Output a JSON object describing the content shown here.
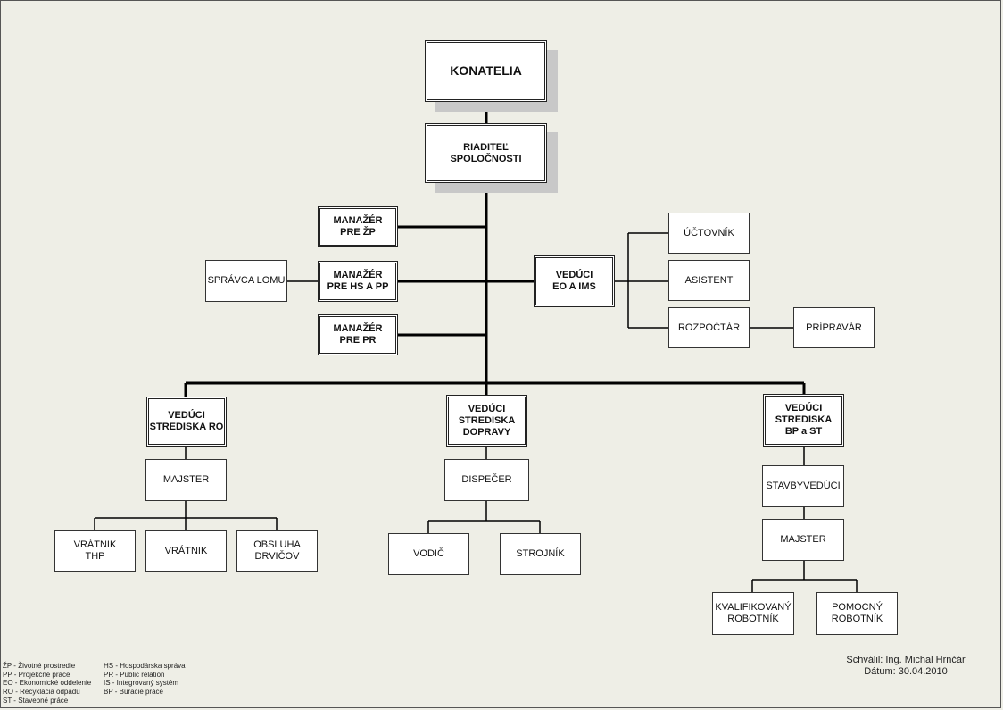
{
  "chart": {
    "konatelia": "KONATELIA",
    "riaditel": "RIADITEĽ\nSPOLOČNOSTI",
    "manazer_zp": "MANAŽÉR\nPRE ŽP",
    "manazer_hs_pp": "MANAŽÉR\nPRE HS A PP",
    "manazer_pr": "MANAŽÉR\nPRE PR",
    "spravca_lomu": "SPRÁVCA LOMU",
    "veduci_eo_ims": "VEDÚCI\nEO A IMS",
    "uctovnik": "ÚČTOVNÍK",
    "asistent": "ASISTENT",
    "rozpoctar": "ROZPOČTÁR",
    "pripravar": "PRÍPRAVÁR",
    "veduci_ro": "VEDÚCI\nSTREDISKA RO",
    "veduci_dopravy": "VEDÚCI\nSTREDISKA\nDOPRAVY",
    "veduci_bp_st": "VEDÚCI\nSTREDISKA\nBP a ST",
    "majster_ro": "MAJSTER",
    "vratnik_thp": "VRÁTNIK\nTHP",
    "vratnik": "VRÁTNIK",
    "obsluha_drvicov": "OBSLUHA\nDRVIČOV",
    "dispecer": "DISPEČER",
    "vodic": "VODIČ",
    "strojnik": "STROJNÍK",
    "stavbyveduci": "STAVBYVEDÚCI",
    "majster_st": "MAJSTER",
    "kvalifikovany_robotnik": "KVALIFIKOVANÝ\nROBOTNÍK",
    "pomocny_robotnik": "POMOCNÝ\nROBOTNÍK"
  },
  "legend": {
    "left": [
      "ŽP - Životné prostredie",
      "PP - Projekčné práce",
      "EO - Ekonomické oddelenie",
      "RO - Recyklácia odpadu",
      "ST - Stavebné práce"
    ],
    "right": [
      "HS - Hospodárska správa",
      "PR - Public relation",
      "IS - Integrovaný systém",
      "BP - Búracie práce"
    ]
  },
  "approval": {
    "approved_by": "Schválil: Ing. Michal Hrnčár",
    "date": "Dátum: 30.04.2010"
  }
}
